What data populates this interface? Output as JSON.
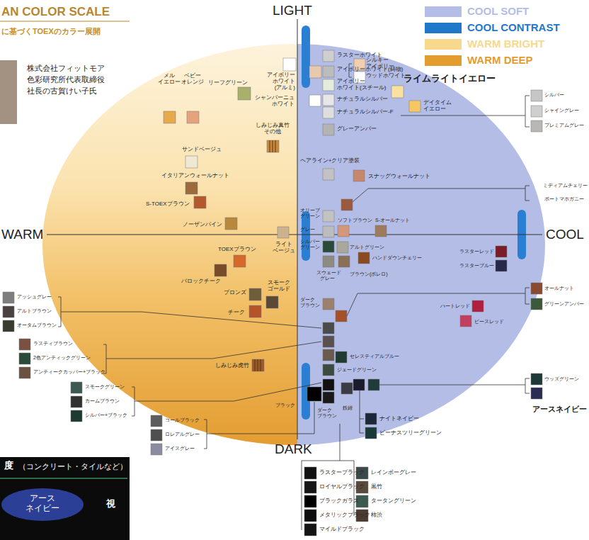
{
  "diagram": {
    "title": "AN COLOR SCALE",
    "labels": [
      "に基づくTOEXのカラー展開",
      "株式会社フィットモア",
      "色彩研究所代表取締役",
      "社長の古賀けい子氏",
      "LIGHT",
      "DARK",
      "WARM",
      "COOL",
      "シルキー アイボリー",
      "ウッドホワイト",
      "アイボリー ホワイト (アルミ)",
      "ラスターホワイト",
      "アイボリーホワイト(鋳物)",
      "アイボリー ホワイト(スチール)",
      "シャンパーニュ ホワイト",
      "ナチュラルシルバー",
      "ナチュラルシルバー-F",
      "グレーアンバー",
      "ライムライトイエロー",
      "デイタイム イエロー",
      "シルバー",
      "シャイングレー",
      "プレミアムグレー",
      "メル イエロー",
      "ベビー オレンジ",
      "リーフグリーン",
      "しみじみ真竹 その他",
      "サンドベージュ",
      "イタリアンウォールナット",
      "S-TOEXブラウン",
      "ノーザンパイン",
      "ライト ベージュ",
      "TOEXブラウン",
      "バロックチーク",
      "スモーク ゴールド",
      "ブロンズ",
      "チーク",
      "しみじみ虎竹",
      "ヘアライン+クリア塗装",
      "スナッグウォールナット",
      "ミディアムチェリー",
      "ボートマホガニー",
      "オリーブ グリーン",
      "ソフトブラウン",
      "S-オールナット",
      "グレー",
      "シルバー グリーン",
      "アルトグリーン",
      "ハンドダウンチェリー",
      "スウェード グレー",
      "ブラウン(ボレロ)",
      "ラスターレッド",
      "ラスターブルー",
      "オールナット",
      "グリーンアンバー",
      "ハートレッド",
      "ピースレッド",
      "ダーク ブラウン",
      "セレスティアルブルー",
      "ジェードグリーン",
      "ブラック",
      "ダーク ブラウン",
      "鉄紺",
      "ウッズグリーン",
      "アースネイビー",
      "ナイトネイビー",
      "ビーナスツリーグリーン",
      "アッシュグレー",
      "アルトブラウン",
      "オータムブラウン",
      "ラスティブラウン",
      "2色アンティックグリーン",
      "アンティークカッパー+ブラック",
      "スモークグリーン",
      "カームブラウン",
      "シルバー+ブラック",
      "コールブラック",
      "ロレアルグレー",
      "アイスグレー",
      "ラスターブラック",
      "ロイヤルブラック",
      "ブラックガラス",
      "メタリックブラック",
      "マイルドブラック",
      "レインボーグレー",
      "黒竹",
      "タータングリーン",
      "柿渋",
      "度",
      "（コンクリート・タイルなど）",
      "アース ネイビー",
      "視"
    ],
    "legend": [
      {
        "text": "COOL SOFT",
        "color": "#b4bde6"
      },
      {
        "text": "COOL CONTRAST",
        "color": "#1f78c8"
      },
      {
        "text": "WARM BRIGHT",
        "color": "#f8d88c"
      },
      {
        "text": "WARM DEEP",
        "color": "#e39d2e"
      }
    ]
  }
}
